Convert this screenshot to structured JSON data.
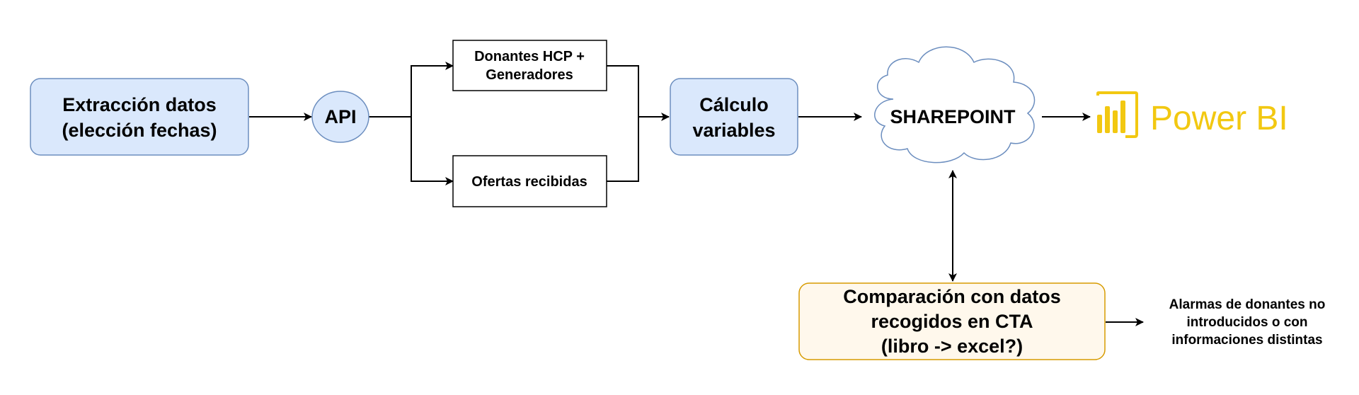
{
  "nodes": {
    "extraction": {
      "line1": "Extracción datos",
      "line2": "(elección fechas)"
    },
    "api": {
      "label": "API"
    },
    "donantes": {
      "line1": "Donantes HCP +",
      "line2": "Generadores"
    },
    "ofertas": {
      "label": "Ofertas recibidas"
    },
    "calculo": {
      "line1": "Cálculo",
      "line2": "variables"
    },
    "sharepoint": {
      "label": "SHAREPOINT"
    },
    "powerbi": {
      "label": "Power BI"
    },
    "comparacion": {
      "line1": "Comparación con datos",
      "line2": "recogidos en CTA",
      "line3": "(libro -> excel?)"
    },
    "alarmas": {
      "line1": "Alarmas de donantes no",
      "line2": "introducidos o con",
      "line3": "informaciones distintas"
    }
  },
  "colors": {
    "blue_fill": "#dae8fc",
    "blue_stroke": "#6c8ebf",
    "orange_fill": "#fff8ec",
    "orange_stroke": "#d79b00",
    "powerbi_yellow": "#f2c811",
    "line": "#000000"
  }
}
